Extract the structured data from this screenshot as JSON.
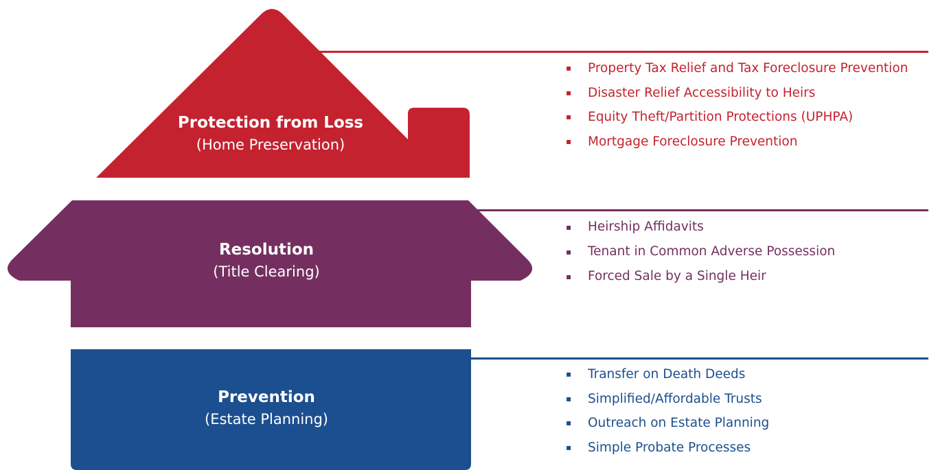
{
  "colors": {
    "protection": "#c4222f",
    "resolution": "#742f60",
    "prevention": "#1c4f8f"
  },
  "tiers": {
    "protection": {
      "title": "Protection from Loss",
      "subtitle": "(Home Preservation)",
      "items": [
        "Property Tax Relief and Tax Foreclosure Prevention",
        "Disaster Relief Accessibility to Heirs",
        "Equity Theft/Partition Protections (UPHPA)",
        "Mortgage Foreclosure Prevention"
      ]
    },
    "resolution": {
      "title": "Resolution",
      "subtitle": "(Title Clearing)",
      "items": [
        "Heirship Affidavits",
        "Tenant in Common Adverse Possession",
        "Forced Sale by a Single Heir"
      ]
    },
    "prevention": {
      "title": "Prevention",
      "subtitle": "(Estate Planning)",
      "items": [
        "Transfer on Death Deeds",
        "Simplified/Affordable Trusts",
        "Outreach on Estate Planning",
        "Simple Probate Processes"
      ]
    }
  },
  "bullet_glyph": "▪"
}
